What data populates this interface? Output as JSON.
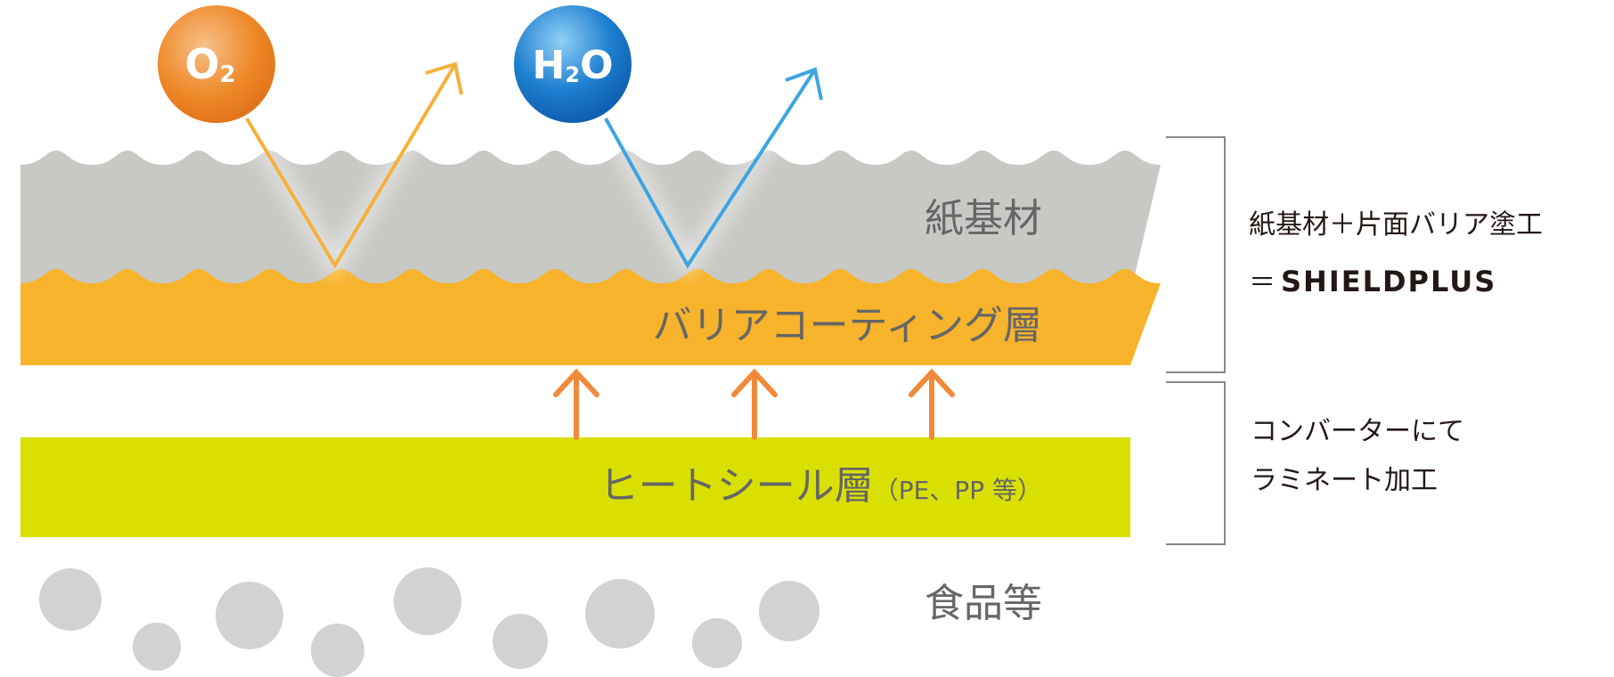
{
  "molecules": [
    {
      "label_main": "O",
      "label_sub": "2",
      "color": "#ee8a2a"
    },
    {
      "label_main": "H",
      "label_sub": "2",
      "label_tail": "O",
      "color": "#1e7fd0"
    }
  ],
  "layers": {
    "paper": {
      "label": "紙基材",
      "color": "#c8c9c5"
    },
    "barrier": {
      "label": "バリアコーティング層",
      "color": "#f6b32b"
    },
    "heatseal": {
      "label": "ヒートシール層",
      "note": "（PE、PP 等）",
      "color": "#d9e000"
    },
    "food": {
      "label": "食品等",
      "color": "#d2d2d2"
    }
  },
  "side_notes": {
    "top_line1": "紙基材＋片面バリア塗工",
    "top_line2_prefix": "＝",
    "top_line2_brand": "SHIELDPLUS",
    "bottom_line1": "コンバーターにて",
    "bottom_line2": "ラミネート加工"
  },
  "colors": {
    "o2_arrow": "#f5b03a",
    "h2o_arrow": "#3ea4e0",
    "laminate_arrow": "#f08a3a",
    "bracket": "#888888"
  }
}
